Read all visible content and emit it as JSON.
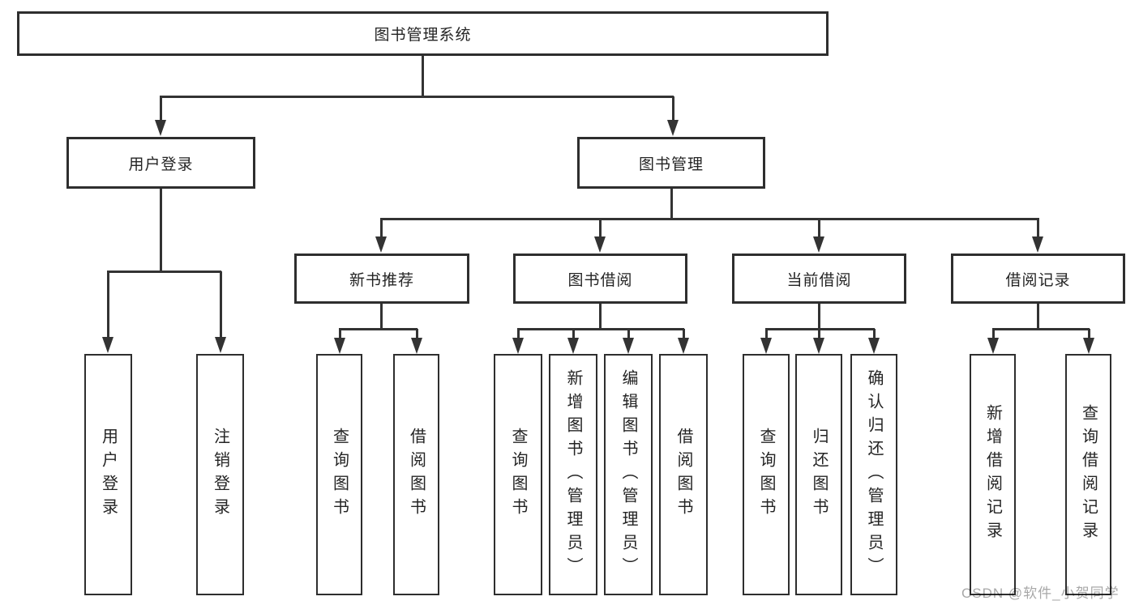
{
  "meta": {
    "colors": {
      "background": "#ffffff",
      "line": "#333333",
      "box_border": "#2e2e2e",
      "text": "#242424",
      "watermark": "#a8a8a8"
    }
  },
  "watermark": "CSDN @软件_小贺同学",
  "tree": {
    "root": {
      "label": "图书管理系统"
    },
    "branches": [
      {
        "label": "用户登录",
        "children": [
          {
            "label": "用户登录"
          },
          {
            "label": "注销登录"
          }
        ]
      },
      {
        "label": "图书管理",
        "children": [
          {
            "label": "新书推荐",
            "children": [
              {
                "label": "查询图书"
              },
              {
                "label": "借阅图书"
              }
            ]
          },
          {
            "label": "图书借阅",
            "children": [
              {
                "label": "查询图书"
              },
              {
                "label": "新增图书（管理员）"
              },
              {
                "label": "编辑图书（管理员）"
              },
              {
                "label": "借阅图书"
              }
            ]
          },
          {
            "label": "当前借阅",
            "children": [
              {
                "label": "查询图书"
              },
              {
                "label": "归还图书"
              },
              {
                "label": "确认归还（管理员）"
              }
            ]
          },
          {
            "label": "借阅记录",
            "children": [
              {
                "label": "新增借阅记录"
              },
              {
                "label": "查询借阅记录"
              }
            ]
          }
        ]
      }
    ]
  }
}
